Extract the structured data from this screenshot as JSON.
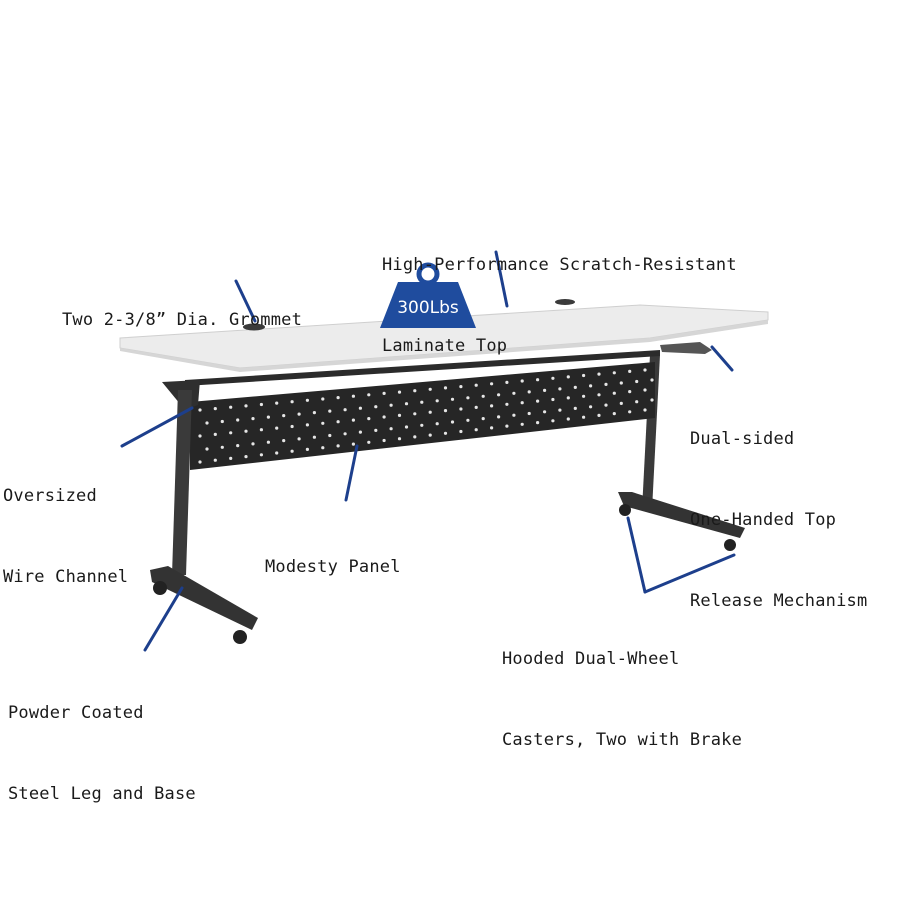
{
  "labels": {
    "laminate": {
      "line1": "High-Performance Scratch-Resistant",
      "line2": "Laminate Top"
    },
    "grommet": {
      "line1": "Two 2-3/8” Dia. Grommet"
    },
    "release": {
      "line1": "Dual-sided",
      "line2": "One-Handed Top",
      "line3": "Release Mechanism"
    },
    "wire": {
      "line1": "Oversized",
      "line2": "Wire Channel"
    },
    "modesty": {
      "line1": "Modesty Panel"
    },
    "casters": {
      "line1": "Hooded Dual-Wheel",
      "line2": "Casters, Two with Brake"
    },
    "leg": {
      "line1": "Powder Coated",
      "line2": "Steel Leg and Base"
    }
  },
  "weight_badge": {
    "text": "300Lbs"
  },
  "colors": {
    "leader": "#1d3f8c",
    "badge": "#1f4c9e",
    "tabletop": "#ececec",
    "frame": "#3a3a3a",
    "panel": "#262626"
  },
  "icons": [
    "weight-icon"
  ]
}
